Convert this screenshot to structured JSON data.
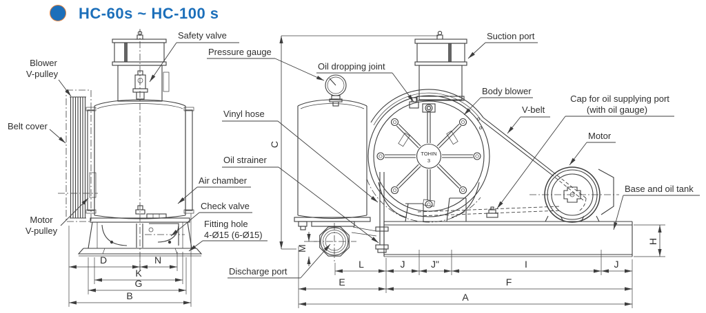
{
  "title": {
    "text": "HC-60s ~ HC-100 s"
  },
  "colors": {
    "accent": "#1c6fba",
    "bullet_ring": "#e0813f",
    "line": "#3d3d3d",
    "text": "#2e2e2e"
  },
  "hub": {
    "brand": "TOHIN",
    "model": "3"
  },
  "left_view": {
    "labels": {
      "safety_valve": "Safety valve",
      "blower_v_pulley": [
        "Blower",
        "V-pulley"
      ],
      "belt_cover": "Belt cover",
      "motor_v_pulley": [
        "Motor",
        "V-pulley"
      ],
      "air_chamber": "Air chamber",
      "check_valve": "Check valve",
      "fitting_hole": [
        "Fitting hole",
        "4-Ø15 (6-Ø15)"
      ]
    },
    "dims": {
      "d": "D",
      "n": "N",
      "k": "K",
      "g": "G",
      "b": "B"
    }
  },
  "right_view": {
    "labels": {
      "pressure_gauge": "Pressure gauge",
      "oil_dropping_joint": "Oil dropping joint",
      "suction_port": "Suction port",
      "body_blower": "Body blower",
      "v_belt": "V-belt",
      "cap_oil_port": [
        "Cap for oil supplying port",
        "(with oil gauge)"
      ],
      "motor": "Motor",
      "base_oil_tank": "Base and oil tank",
      "vinyl_hose": "Vinyl hose",
      "oil_strainer": "Oil strainer",
      "discharge_port": "Discharge port"
    },
    "dims": {
      "a": "A",
      "c": "C",
      "e": "E",
      "f": "F",
      "h": "H",
      "i": "I",
      "j": "J",
      "j2": "J\"",
      "l": "L",
      "m": "M"
    }
  }
}
